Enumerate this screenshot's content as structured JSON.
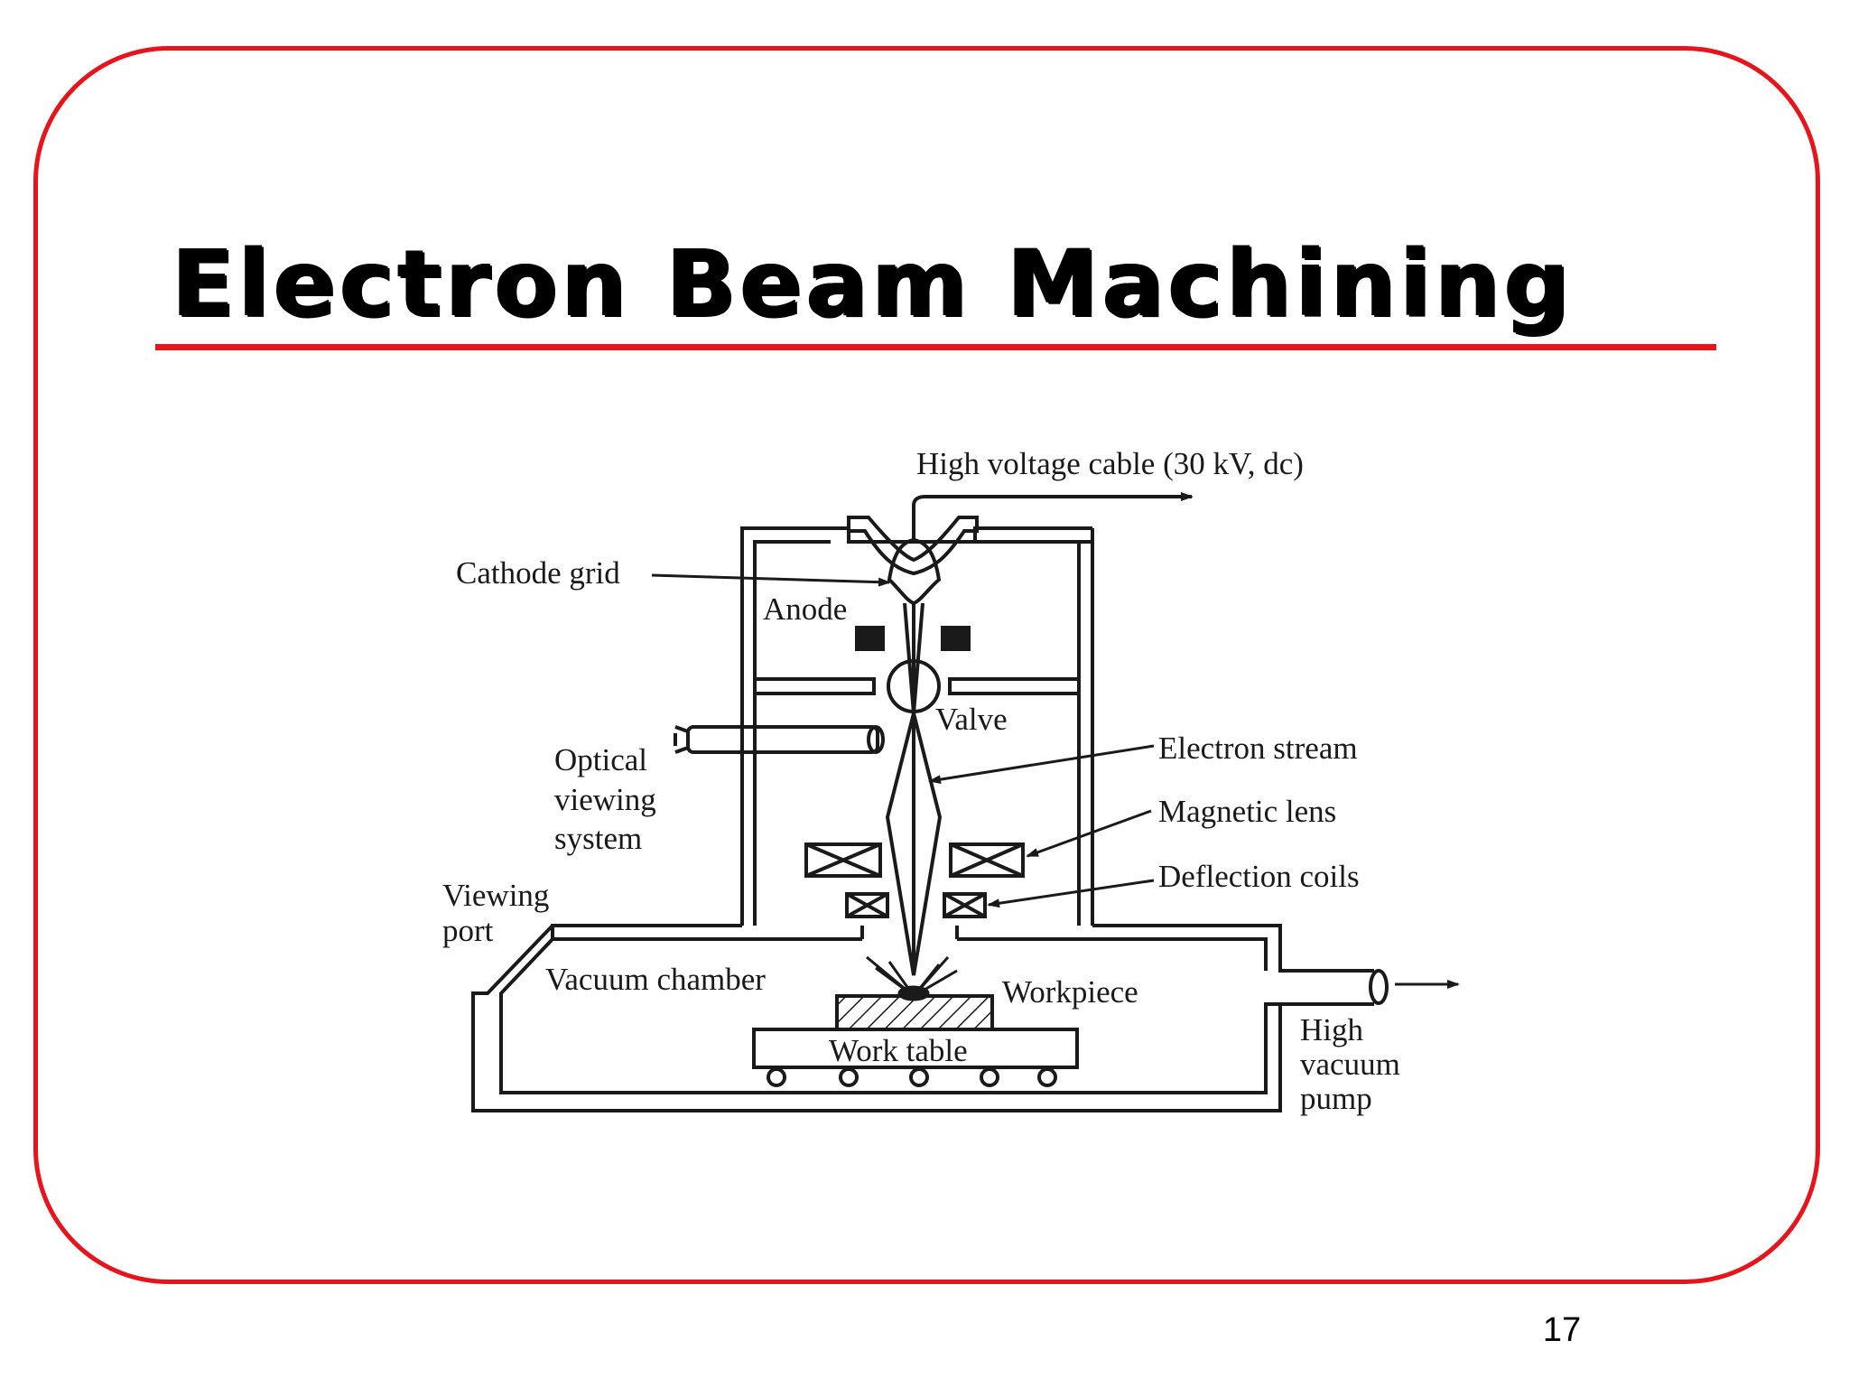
{
  "slide": {
    "title": "Electron Beam Machining",
    "page_number": "17",
    "border_color": "#e8141c"
  },
  "diagram": {
    "labels": {
      "high_voltage_cable": "High voltage cable (30 kV, dc)",
      "cathode_grid": "Cathode grid",
      "anode": "Anode",
      "valve": "Valve",
      "optical_1": "Optical",
      "optical_2": "viewing",
      "optical_3": "system",
      "electron_stream": "Electron stream",
      "magnetic_lens": "Magnetic lens",
      "deflection_coils": "Deflection coils",
      "viewing_1": "Viewing",
      "viewing_2": "port",
      "vacuum_chamber": "Vacuum chamber",
      "workpiece": "Workpiece",
      "work_table": "Work table",
      "pump_1": "High",
      "pump_2": "vacuum",
      "pump_3": "pump"
    }
  }
}
